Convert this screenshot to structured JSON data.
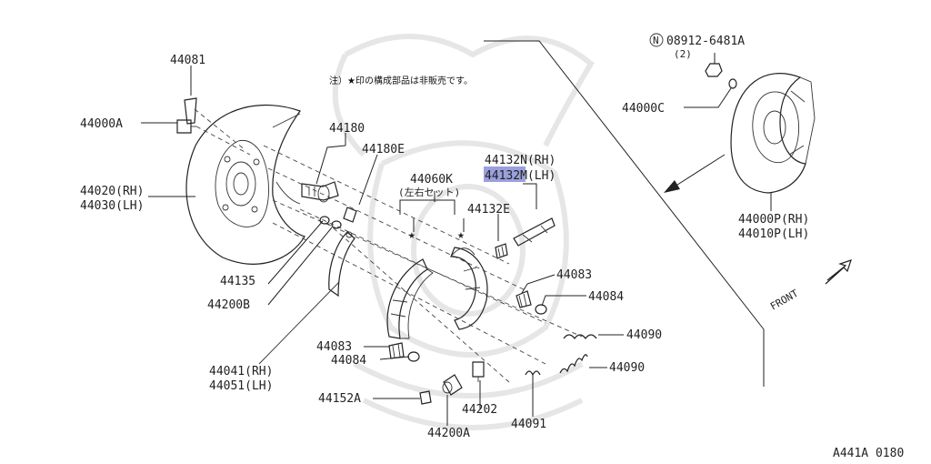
{
  "note": "注）★印の構成部品は非販売です。",
  "highlight_color": "#9aa0dc",
  "watermark_icon": "samurai-helmet-watermark",
  "labels": {
    "p44081": "44081",
    "p44000A": "44000A",
    "p44020": "44020(RH)",
    "p44030": "44030(LH)",
    "p44180": "44180",
    "p44180E": "44180E",
    "p44060K": "44060K",
    "p44060K_sub": "(左右セット)",
    "p44132N": "44132N(RH)",
    "p44132M": "44132M(LH)",
    "p44132E": "44132E",
    "p44135": "44135",
    "p44200B": "44200B",
    "p44083a": "44083",
    "p44084a": "44084",
    "p44090a": "44090",
    "p44090b": "44090",
    "p44083b": "44083",
    "p44084b": "44084",
    "p44041": "44041(RH)",
    "p44051": "44051(LH)",
    "p44152A": "44152A",
    "p44202": "44202",
    "p44200A": "44200A",
    "p44091": "44091",
    "p08912": "08912-6481A",
    "p08912_qty": "(2)",
    "p44000C": "44000C",
    "p44000P": "44000P(RH)",
    "p44010P": "44010P(LH)",
    "front": "FRONT",
    "diagram_code": "A441A 0180"
  }
}
